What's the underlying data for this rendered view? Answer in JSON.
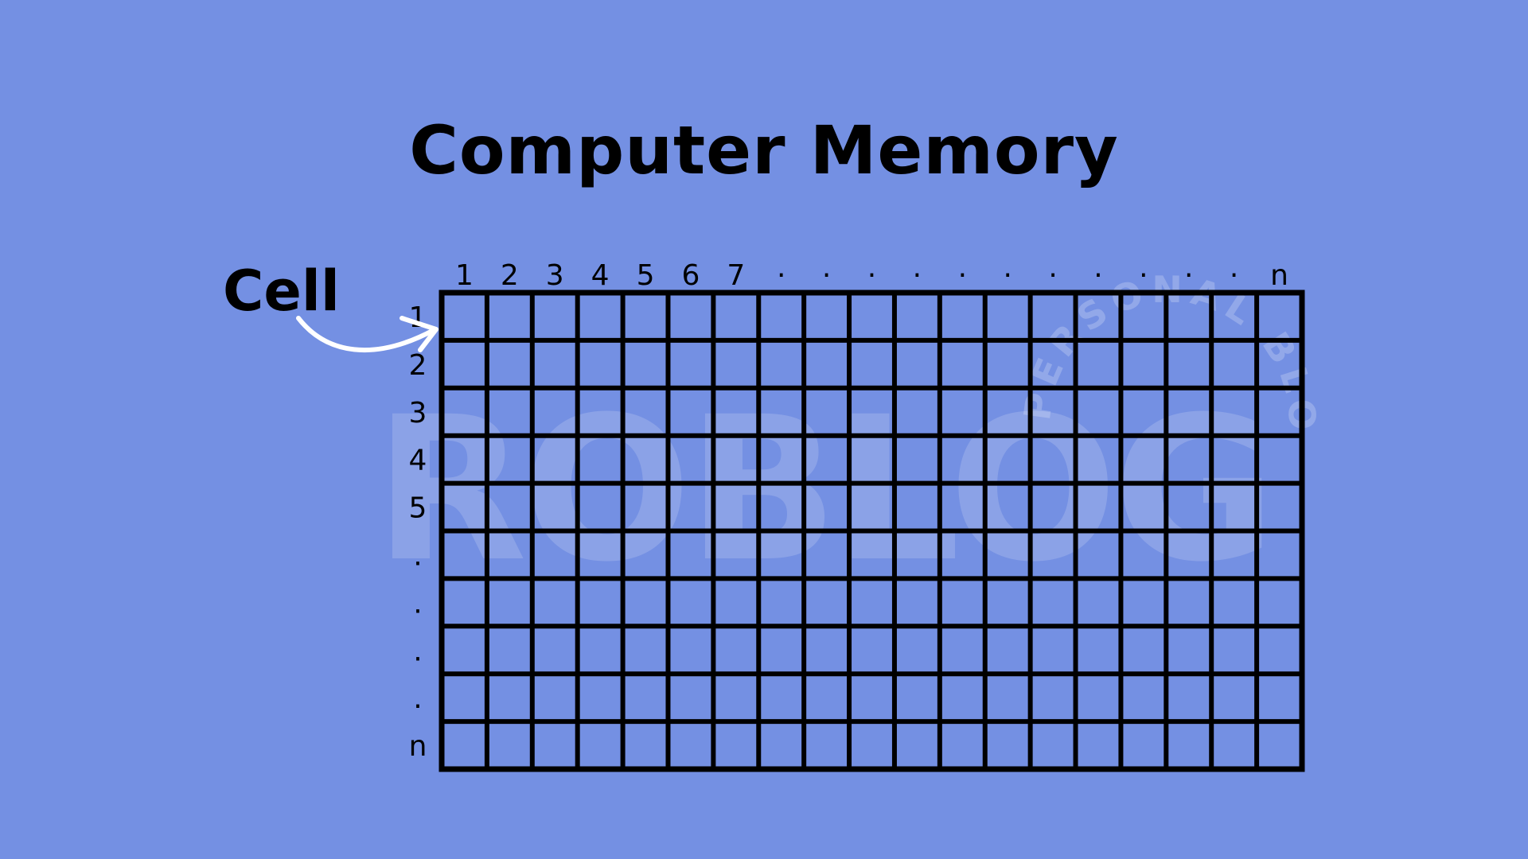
{
  "title": "Computer Memory",
  "cell_label": "Cell",
  "watermark": {
    "main": "ROBLOG",
    "ring": "PERSONAL BLOG"
  },
  "grid": {
    "columns": [
      "1",
      "2",
      "3",
      "4",
      "5",
      "6",
      "7",
      "·",
      "·",
      "·",
      "·",
      "·",
      "·",
      "·",
      "·",
      "·",
      "·",
      "·",
      "n"
    ],
    "rows": [
      "1",
      "2",
      "3",
      "4",
      "5",
      ".",
      ".",
      ".",
      ".",
      "n"
    ]
  },
  "colors": {
    "background": "#7490e3",
    "grid_line": "#000000",
    "arrow": "#ffffff"
  }
}
